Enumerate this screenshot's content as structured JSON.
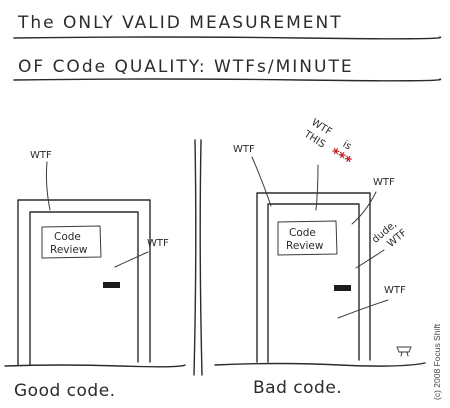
{
  "title": {
    "line1": "The ONLY VALID MEASUREMENT",
    "line2": "OF COde QUALITY: WTFs/MINUTE"
  },
  "left_panel": {
    "sign": [
      "Code",
      "Review"
    ],
    "wtf_labels": [
      "WTF",
      "WTF"
    ],
    "caption": "Good code."
  },
  "right_panel": {
    "sign": [
      "Code",
      "Review"
    ],
    "wtf_labels": [
      "WTF",
      "WTF",
      "WTF",
      "WTF"
    ],
    "wtf_is_this": [
      "WTF",
      "is",
      "THIS"
    ],
    "censored": "***",
    "dude": "dude,",
    "caption": "Bad code."
  },
  "credit": "(c) 2008 Focus Shift"
}
